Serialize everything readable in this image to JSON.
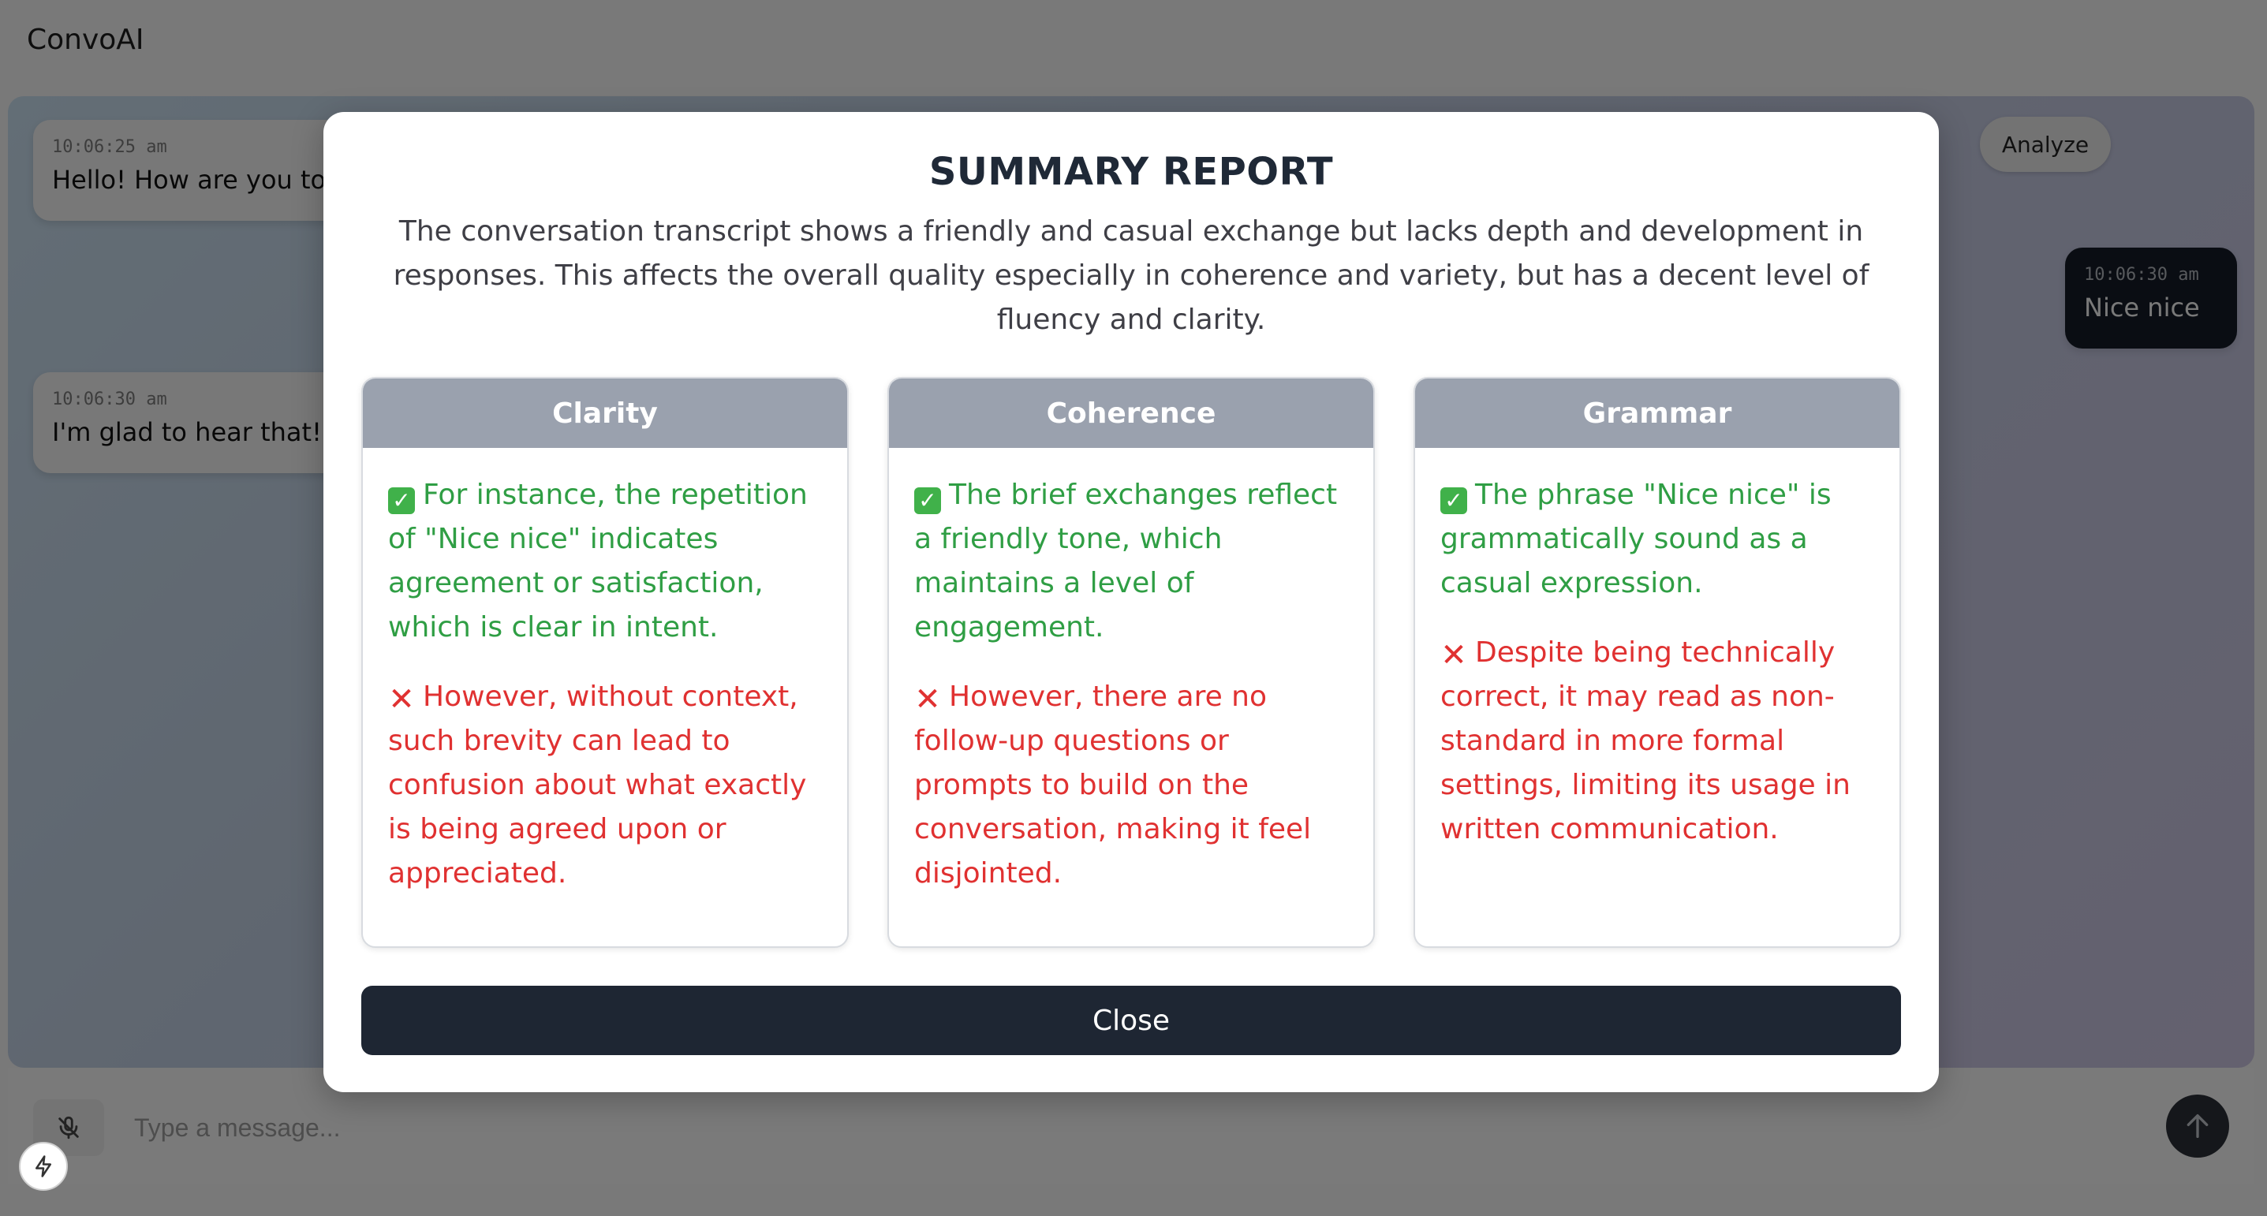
{
  "app": {
    "title": "ConvoAI"
  },
  "chat": {
    "messages": [
      {
        "role": "bot",
        "time": "10:06:25 am",
        "text": "Hello! How are you today?"
      },
      {
        "role": "bot",
        "time": "10:06:30 am",
        "text": "I'm glad to hear that! Is there anything else?"
      },
      {
        "role": "user",
        "time": "10:06:30 am",
        "text": "Nice nice"
      }
    ],
    "analyze_label": "Analyze"
  },
  "composer": {
    "placeholder": "Type a message...",
    "icons": {
      "mic": "mic-off-icon",
      "send": "arrow-up-icon",
      "bolt": "lightning-bolt-icon"
    }
  },
  "modal": {
    "title": "SUMMARY REPORT",
    "summary": "The conversation transcript shows a friendly and casual exchange but lacks depth and development in responses. This affects the overall quality especially in coherence and variety, but has a decent level of fluency and clarity.",
    "cards": [
      {
        "heading": "Clarity",
        "positive": "For instance, the repetition of \"Nice nice\" indicates agreement or satisfaction, which is clear in intent.",
        "negative": "However, without context, such brevity can lead to confusion about what exactly is being agreed upon or appreciated."
      },
      {
        "heading": "Coherence",
        "positive": "The brief exchanges reflect a friendly tone, which maintains a level of engagement.",
        "negative": "However, there are no follow-up questions or prompts to build on the conversation, making it feel disjointed."
      },
      {
        "heading": "Grammar",
        "positive": "The phrase \"Nice nice\" is grammatically sound as a casual expression.",
        "negative": "Despite being technically correct, it may read as non-standard in more formal settings, limiting its usage in written communication."
      }
    ],
    "close_label": "Close"
  },
  "colors": {
    "positive": "#2f9e44",
    "negative": "#e03131",
    "card_header": "#9aa1ae",
    "close_button": "#1e2633"
  }
}
